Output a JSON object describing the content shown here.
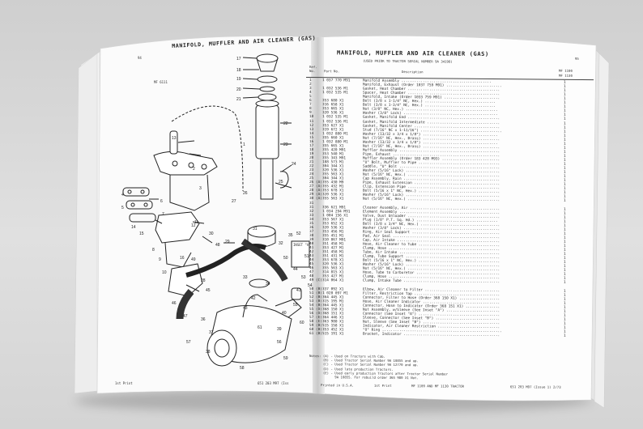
{
  "left_page": {
    "page_number": "94",
    "header": "MANIFOLD, MUFFLER AND AIR CLEANER (GAS)",
    "figure_code": "MF 6111",
    "footer_left": "1st Print",
    "footer_right": "651 203 M97 (Iss"
  },
  "right_page": {
    "page_number": "95",
    "header": "MANIFOLD, MUFFLER AND AIR CLEANER (GAS)",
    "subheader": "(USED PRIOR TO TRACTOR SERIAL NUMBER 9A 34198)",
    "columns": {
      "ref_no": "Ref. No.",
      "part_no": "Part No.",
      "description": "Description",
      "mf_a": "MF 1100",
      "mf_b": "MF 1130"
    },
    "rows": [
      {
        "ref": "1",
        "part": "1 037 770 M91",
        "desc": "Manifold Assembly ..........................................",
        "qty": "1"
      },
      {
        "ref": "2",
        "part": "",
        "desc": "  Manifold, Exhaust (Order 1037 759 M91) ..........................",
        "qty": "1"
      },
      {
        "ref": "3",
        "part": "1 032 536 M1",
        "desc": "  Gasket, Heat Chamber ...........................................",
        "qty": "1"
      },
      {
        "ref": "4",
        "part": "1 032 535 M1",
        "desc": "  Spacer, Heat Chamber ...........................................",
        "qty": "1"
      },
      {
        "ref": "5",
        "part": "",
        "desc": "  Manifold, Intake (Order 1033 759 M91) ..........................",
        "qty": "1"
      },
      {
        "ref": "6",
        "part": "353 680 X1",
        "desc": "  Bolt (3/8 x 1-1/4\" NC, Hex.) .................................",
        "qty": "1"
      },
      {
        "ref": "7",
        "part": "316 658 X1",
        "desc": "  Bolt (3/8 x 1-3/4\" NC, Hex.) .................................",
        "qty": "1"
      },
      {
        "ref": "8",
        "part": "353 665 X1",
        "desc": "  Nut (3/8\" NC, Hex.) ...........................................",
        "qty": "1"
      },
      {
        "ref": "9",
        "part": "320 536 X1",
        "desc": "  Washer (3/8\" Lock) ............................................",
        "qty": "1"
      },
      {
        "ref": "10",
        "part": "1 032 535 M1",
        "desc": "Gasket, Manifold End ...........................................",
        "qty": "1"
      },
      {
        "ref": "11",
        "part": "1 032 536 M1",
        "desc": "Gasket, Manifold Intermediate ..................................",
        "qty": "1"
      },
      {
        "ref": "12",
        "part": "353 627 X1",
        "desc": "Gasket, Manifold Center ........................................",
        "qty": "1"
      },
      {
        "ref": "13",
        "part": "319 672 X1",
        "desc": "Stud (7/16\" NC x 1-11/16\") ......................................",
        "qty": "1"
      },
      {
        "ref": "14",
        "part": "1 032 880 M1",
        "desc": "Washer (13/32 x 3/4 x 1/8\") ...................................",
        "qty": "1"
      },
      {
        "ref": "15",
        "part": "355 660 X1",
        "desc": "Nut (7/16\" NC, Hex., Brass) ....................................",
        "qty": "1"
      },
      {
        "ref": "16",
        "part": "1 032 880 M1",
        "desc": "Washer (13/32 x 3/4 x 1/8\") ...................................",
        "qty": "1"
      },
      {
        "ref": "17",
        "part": "355 665 X1",
        "desc": "Nut (7/16\" NC, Hex., Brass) ....................................",
        "qty": "1"
      },
      {
        "ref": "18",
        "part": "355 420 M91",
        "desc": "Muffler Assembly ...............................................",
        "qty": "1"
      },
      {
        "ref": "19",
        "part": "353 540 M1",
        "desc": "Pipe, Exhaust ..................................................",
        "qty": "1"
      },
      {
        "ref": "20",
        "part": "355 343 M91",
        "desc": "Muffler Assembly (Order 183 428 M93) ...........................",
        "qty": "1"
      },
      {
        "ref": "21",
        "part": "188 573 M1",
        "desc": "\"U\" Bolt, Muffler to Pipe ......................................",
        "qty": "1"
      },
      {
        "ref": "22",
        "part": "304 344 X1",
        "desc": "Saddle, \"U\" Bolt ...............................................",
        "qty": "1"
      },
      {
        "ref": "23",
        "part": "320 536 X1",
        "desc": "Washer (5/16\" Lock) ............................................",
        "qty": "1"
      },
      {
        "ref": "24",
        "part": "355 563 X1",
        "desc": "Nut (5/16\" NC, Hex.) ...........................................",
        "qty": "1"
      },
      {
        "ref": "25",
        "part": "304 344 X1",
        "desc": "Cap Assembly, Rain .............................................",
        "qty": "1"
      },
      {
        "ref": "26 (A)",
        "part": "355 430 M9",
        "desc": "Pipe, Exhaust Extension ........................................",
        "qty": "1"
      },
      {
        "ref": "27 (A)",
        "part": "355 432 M1",
        "desc": "Clip, Extension Pipe ...........................................",
        "qty": "1"
      },
      {
        "ref": "28 (A)",
        "part": "353 678 X1",
        "desc": "Bolt (5/16 x 1\" NC, Hex.) ......................................",
        "qty": "1"
      },
      {
        "ref": "29 (A)",
        "part": "320 536 X1",
        "desc": "Washer (5/16\" Lock) ............................................",
        "qty": "1"
      },
      {
        "ref": "30 (A)",
        "part": "355 563 X1",
        "desc": "Nut (5/16\" NC, Hex.) ...........................................",
        "qty": "1"
      },
      {
        "ref": "31",
        "part": "",
        "desc": "",
        "qty": ""
      },
      {
        "ref": "31",
        "part": "336 621 M91",
        "desc": "Cleaner Assembly, Air ..........................................",
        "qty": "1"
      },
      {
        "ref": "32",
        "part": "1 034 294 M91",
        "desc": "  Element Assembly ...............................................",
        "qty": "1"
      },
      {
        "ref": "33",
        "part": "1 004 156 X1",
        "desc": "  Valve, Dust Unloader ...........................................",
        "qty": "1"
      },
      {
        "ref": "34",
        "part": "353 567 X1",
        "desc": "  Plug (1/8\" P.T. Sq. Hd.) ......................................",
        "qty": "1"
      },
      {
        "ref": "35",
        "part": "353 652 X1",
        "desc": "Bolt (3/8 x 3/4\" NC, Hex.) .....................................",
        "qty": "1"
      },
      {
        "ref": "36",
        "part": "320 536 X1",
        "desc": "Washer (3/8\" Lock) .............................................",
        "qty": "1"
      },
      {
        "ref": "37",
        "part": "353 456 M1",
        "desc": "Ring, Air Seal Support .........................................",
        "qty": "1"
      },
      {
        "ref": "38",
        "part": "355 451 M1",
        "desc": "Pad, Air Seal ..................................................",
        "qty": "1"
      },
      {
        "ref": "39",
        "part": "310 867 M91",
        "desc": "Cap, Air Intake ................................................",
        "qty": "1"
      },
      {
        "ref": "40",
        "part": "351 458 M1",
        "desc": "Hose, Air Cleaner to Tube ......................................",
        "qty": "1"
      },
      {
        "ref": "41",
        "part": "353 427 M1",
        "desc": "Clamp, Hose ....................................................",
        "qty": "1"
      },
      {
        "ref": "42",
        "part": "351 458 M1",
        "desc": "Tube, Air Intake ...............................................",
        "qty": "1"
      },
      {
        "ref": "43",
        "part": "351 431 M1",
        "desc": "Clamp, Tube Support ............................................",
        "qty": "1"
      },
      {
        "ref": "44",
        "part": "353 678 X1",
        "desc": "Bolt (5/16 x 1\" NC, Hex.) ......................................",
        "qty": "1"
      },
      {
        "ref": "45",
        "part": "320 536 X1",
        "desc": "Washer (5/16\" Lock) ............................................",
        "qty": "1"
      },
      {
        "ref": "46",
        "part": "355 563 X1",
        "desc": "Nut (5/16\" NC, Hex.) ...........................................",
        "qty": "1"
      },
      {
        "ref": "47",
        "part": "314 815 X1",
        "desc": "Hose, Tube to Carburetor .......................................",
        "qty": "1"
      },
      {
        "ref": "48",
        "part": "353 427 M1",
        "desc": "Clamp, Hose ....................................................",
        "qty": "1"
      },
      {
        "ref": "49 (C)",
        "part": "314 064 X1",
        "desc": "Clamp, Intake Tube .............................................",
        "qty": "1"
      },
      {
        "ref": "",
        "part": "",
        "desc": "",
        "qty": ""
      },
      {
        "ref": "50 (B)",
        "part": "337 092 X1",
        "desc": "Elbow, Air Cleaner to Filter ...................................",
        "qty": "1"
      },
      {
        "ref": "51 (B)",
        "part": "1 028 097 M1",
        "desc": "Filter, Restriction Tap ........................................",
        "qty": "1"
      },
      {
        "ref": "52 (B)",
        "part": "364 445 X1",
        "desc": "Connector, Filter to Hose (Order 368 150 X1) ...................",
        "qty": "1"
      },
      {
        "ref": "53 (B)",
        "part": "315 195 M1",
        "desc": "Hose, Air Cleaner Indicator ....................................",
        "qty": "1"
      },
      {
        "ref": "54 (B)",
        "part": "364 445 X1",
        "desc": "Connector, Hose to Indicator (Order 368 151 X1) ................",
        "qty": "1"
      },
      {
        "ref": "55 (D)",
        "part": "368 150 X1",
        "desc": "Nut Assembly, w/Sleeve (See Inset \"A\") .........................",
        "qty": "1"
      },
      {
        "ref": "56 (D)",
        "part": "368 151 X1",
        "desc": "Connector (See Inset \"A\") ......................................",
        "qty": "1"
      },
      {
        "ref": "57 (E)",
        "part": "364 446 X1",
        "desc": "Sleeve, Connector (See Inset \"B\") ..............................",
        "qty": "1"
      },
      {
        "ref": "58 (E)",
        "part": "363 980 X1",
        "desc": "Nut, Sleeve (See Inset \"B\") ....................................",
        "qty": "1"
      },
      {
        "ref": "59 (B)",
        "part": "515 158 X1",
        "desc": "Indicator, Air Cleaner Restriction .............................",
        "qty": "1"
      },
      {
        "ref": "60 (B)",
        "part": "353 452 X1",
        "desc": "\"O\" Ring ........................................................",
        "qty": "1"
      },
      {
        "ref": "61 (B)",
        "part": "515 191 X1",
        "desc": "Bracket, Indicator .............................................",
        "qty": "1"
      }
    ],
    "notes": [
      "Notes: (A) - Used on Tractors with Cab.",
      "       (B) - Used Tractor Serial Number 9A 10855 and up.",
      "       (C) - Used Tractor Serial Number 9A 12770 and up.",
      "       (D) - Used late production Tractors.",
      "       (E) - Used early production Tractors after Tractor Serial Number",
      "             9A 10855. For rebuild order 365 980 X1 Nut."
    ],
    "footer_print": "Printed in U.S.A.",
    "footer_first": "1st Print",
    "footer_model": "MF 1100 AND MF 1130 TRACTOR",
    "footer_code": "651 203 M97 (Issue 1) 2/73"
  },
  "callouts": [
    "1",
    "2",
    "3",
    "4",
    "5",
    "6",
    "7",
    "8",
    "9",
    "10",
    "11",
    "12",
    "13",
    "14",
    "15",
    "16",
    "17",
    "18",
    "19",
    "20",
    "21",
    "22",
    "23",
    "24",
    "25",
    "26",
    "27",
    "28",
    "29",
    "30",
    "31",
    "32",
    "33",
    "34",
    "35",
    "36",
    "37",
    "38",
    "39",
    "40",
    "41",
    "42",
    "43",
    "44",
    "45",
    "46",
    "47",
    "48",
    "49",
    "50",
    "51",
    "52",
    "53",
    "54",
    "55",
    "56",
    "57",
    "58",
    "59",
    "60",
    "61"
  ],
  "inset_label": "INSET \"A\""
}
